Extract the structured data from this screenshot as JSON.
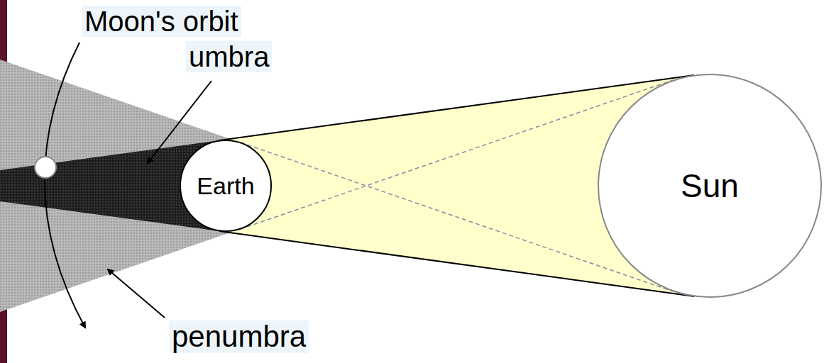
{
  "diagram": {
    "nodes": [
      {
        "text": [
          "Earth"
        ]
      },
      {
        "text": [
          "Sun"
        ]
      }
    ],
    "labels": [
      "Moon's orbit",
      "umbra",
      "penumbra"
    ]
  }
}
